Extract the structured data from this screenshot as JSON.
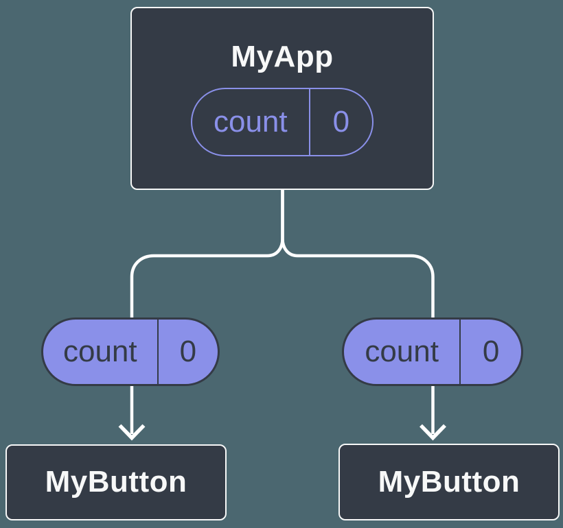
{
  "diagram": {
    "root": {
      "label": "MyApp",
      "prop": {
        "name": "count",
        "value": "0"
      }
    },
    "children": [
      {
        "label": "MyButton",
        "prop": {
          "name": "count",
          "value": "0"
        }
      },
      {
        "label": "MyButton",
        "prop": {
          "name": "count",
          "value": "0"
        }
      }
    ]
  },
  "colors": {
    "background": "#4B6770",
    "node_fill": "#343B46",
    "node_border": "#F7F8F8",
    "node_text": "#F7F8F8",
    "accent_purple": "#8A90E9",
    "pill_text_dark": "#343B46",
    "connector": "#FFFFFF"
  }
}
